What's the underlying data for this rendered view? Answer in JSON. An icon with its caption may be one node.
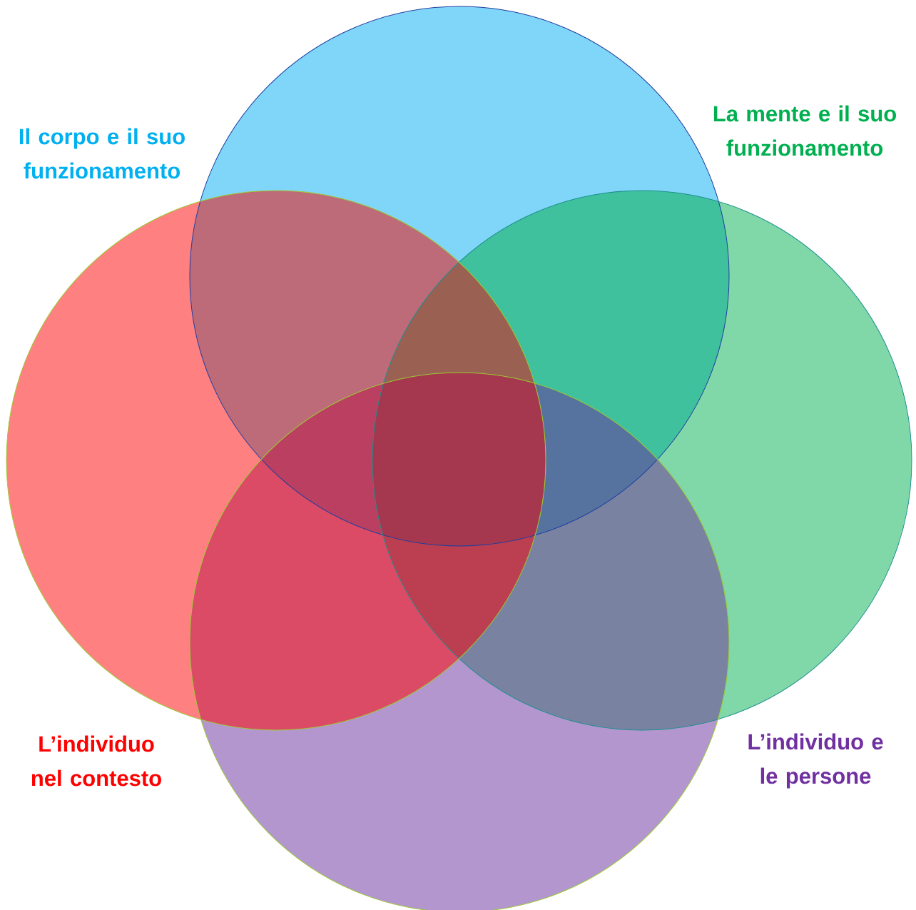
{
  "diagram": {
    "nodes": [
      {
        "text": [
          "Il corpo e il suo funzionamento"
        ]
      },
      {
        "text": [
          "La mente e il suo funzionamento"
        ]
      },
      {
        "text": [
          "L’individuo nel contesto"
        ]
      },
      {
        "text": [
          "L’individuo e le persone"
        ]
      }
    ]
  }
}
